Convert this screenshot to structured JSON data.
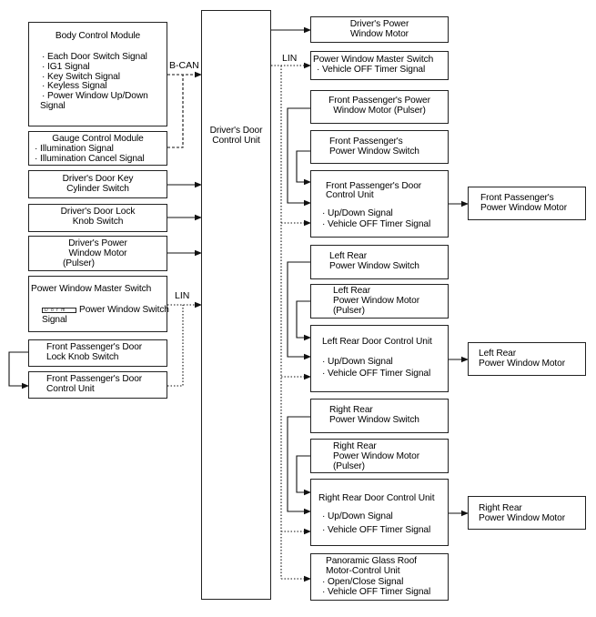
{
  "bcm": {
    "title": "Body Control Module",
    "signals": [
      "· Each Door Switch Signal",
      "· IG1 Signal",
      "· Key Switch Signal",
      "· Keyless Signal",
      "· Power Window Up/Down",
      "Signal"
    ]
  },
  "gauge": {
    "title": "Gauge Control Module",
    "signals": [
      "· Illumination Signal",
      "· Illumination Cancel Signal"
    ]
  },
  "bcan_label": "B-CAN",
  "lin_label_left": "LIN",
  "lin_label_top": "LIN",
  "key_cyl": {
    "lines": [
      "Driver's Door Key",
      "Cylinder Switch"
    ]
  },
  "lock_knob": {
    "lines": [
      "Driver's Door Lock",
      "Knob Switch"
    ]
  },
  "drv_motor_pulser": {
    "lines": [
      "Driver's Power",
      "Window Motor",
      "(Pulser)"
    ]
  },
  "pw_master_left": {
    "title": "Power Window Master Switch",
    "icon_text": "D o r m",
    "line1": "Power Window Switch",
    "line2": "Signal"
  },
  "fp_lock_knob": {
    "lines": [
      "Front Passenger's Door",
      "Lock Knob Switch"
    ]
  },
  "fp_dcu_left": {
    "lines": [
      "Front Passenger's Door",
      "Control Unit"
    ]
  },
  "ddcu": {
    "lines": [
      "Driver's Door",
      "Control Unit"
    ]
  },
  "drv_motor": {
    "lines": [
      "Driver's Power",
      "Window Motor"
    ]
  },
  "pw_master_right": {
    "lines": [
      "Power Window Master Switch",
      "· Vehicle OFF Timer Signal"
    ]
  },
  "fp_motor_pulser": {
    "lines": [
      "Front Passenger's Power",
      "Window Motor (Pulser)"
    ]
  },
  "fp_pw_switch": {
    "lines": [
      "Front Passenger's",
      "Power Window Switch"
    ]
  },
  "fp_dcu": {
    "lines": [
      "Front Passenger's Door",
      "Control Unit"
    ],
    "signals": [
      "· Up/Down Signal",
      "· Vehicle OFF Timer Signal"
    ]
  },
  "fp_motor": {
    "lines": [
      "Front Passenger's",
      "Power Window Motor"
    ]
  },
  "lr_switch": {
    "lines": [
      "Left Rear",
      "Power Window Switch"
    ]
  },
  "lr_motor_pulser": {
    "lines": [
      "Left Rear",
      "Power Window Motor",
      "(Pulser)"
    ]
  },
  "lr_dcu": {
    "title": "Left Rear Door Control Unit",
    "signals": [
      "· Up/Down Signal",
      "· Vehicle OFF Timer Signal"
    ]
  },
  "lr_motor": {
    "lines": [
      "Left Rear",
      "Power Window Motor"
    ]
  },
  "rr_switch": {
    "lines": [
      "Right Rear",
      "Power Window Switch"
    ]
  },
  "rr_motor_pulser": {
    "lines": [
      "Right Rear",
      "Power Window Motor",
      "(Pulser)"
    ]
  },
  "rr_dcu": {
    "title": "Right Rear Door Control Unit",
    "signals": [
      "· Up/Down Signal",
      "· Vehicle OFF Timer Signal"
    ]
  },
  "rr_motor": {
    "lines": [
      "Right Rear",
      "Power Window Motor"
    ]
  },
  "roof": {
    "lines": [
      "Panoramic Glass Roof",
      "Motor-Control Unit"
    ],
    "signals": [
      "· Open/Close Signal",
      "· Vehicle OFF Timer Signal"
    ]
  }
}
